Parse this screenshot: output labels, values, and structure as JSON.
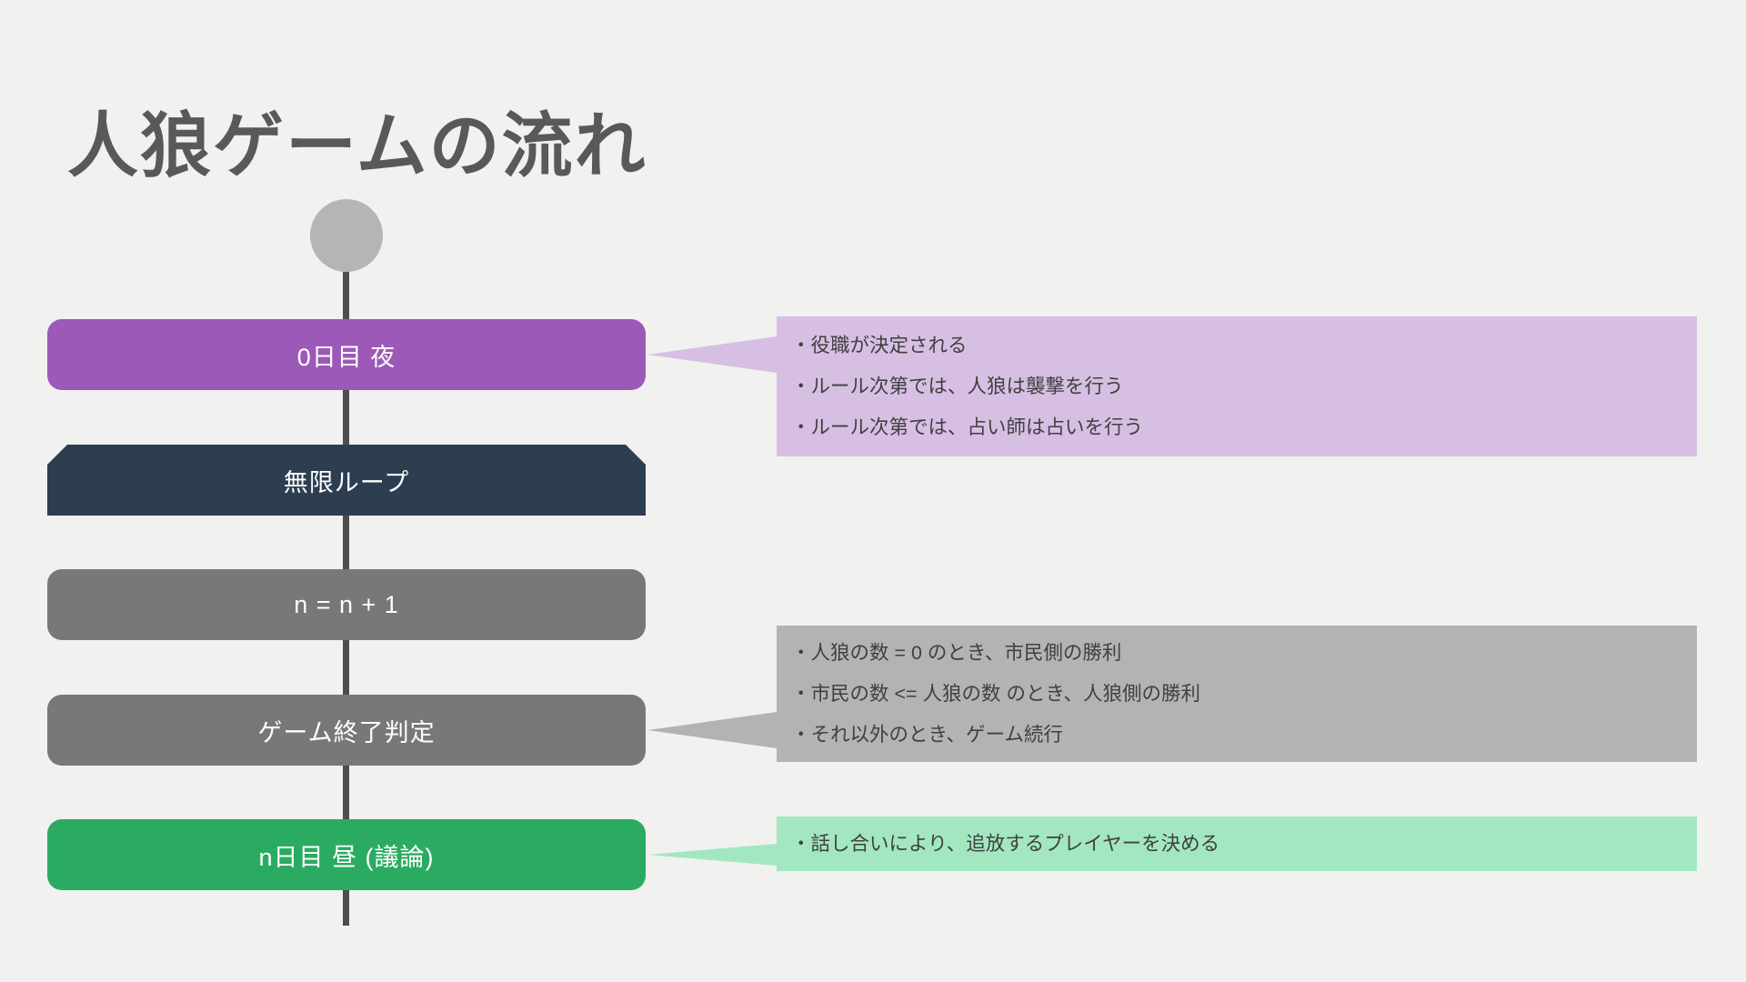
{
  "page": {
    "title": "人狼ゲームの流れ",
    "background_color": "#f1f1ef",
    "title_color": "#595959"
  },
  "flow": {
    "start_node": {
      "shape": "circle",
      "color": "#b5b5b5"
    },
    "spine_color": "#4d4d4d",
    "nodes": [
      {
        "id": "night0",
        "label": "0日目 夜",
        "shape": "rounded-rect",
        "color": "#9c59b8",
        "text_color": "#ffffff"
      },
      {
        "id": "loop",
        "label": "無限ループ",
        "shape": "loop-limit",
        "color": "#2c3e50",
        "text_color": "#ffffff"
      },
      {
        "id": "increment",
        "label": "n = n + 1",
        "shape": "rounded-rect",
        "color": "#787878",
        "text_color": "#ffffff"
      },
      {
        "id": "endcheck",
        "label": "ゲーム終了判定",
        "shape": "rounded-rect",
        "color": "#787878",
        "text_color": "#ffffff"
      },
      {
        "id": "dayn",
        "label": "n日目 昼 (議論)",
        "shape": "rounded-rect",
        "color": "#2bab61",
        "text_color": "#ffffff"
      }
    ],
    "callouts": [
      {
        "target": "night0",
        "color": "#d6bfe3",
        "text_color": "#404040",
        "lines": [
          "・役職が決定される",
          "・ルール次第では、人狼は襲撃を行う",
          "・ルール次第では、占い師は占いを行う"
        ]
      },
      {
        "target": "endcheck",
        "color": "#b3b3b3",
        "text_color": "#3a3a3a",
        "lines": [
          "・人狼の数 = 0 のとき、市民側の勝利",
          "・市民の数 <= 人狼の数 のとき、人狼側の勝利",
          "・それ以外のとき、ゲーム続行"
        ]
      },
      {
        "target": "dayn",
        "color": "#a2e7c0",
        "text_color": "#3a3a3a",
        "lines": [
          "・話し合いにより、追放するプレイヤーを決める"
        ]
      }
    ]
  }
}
